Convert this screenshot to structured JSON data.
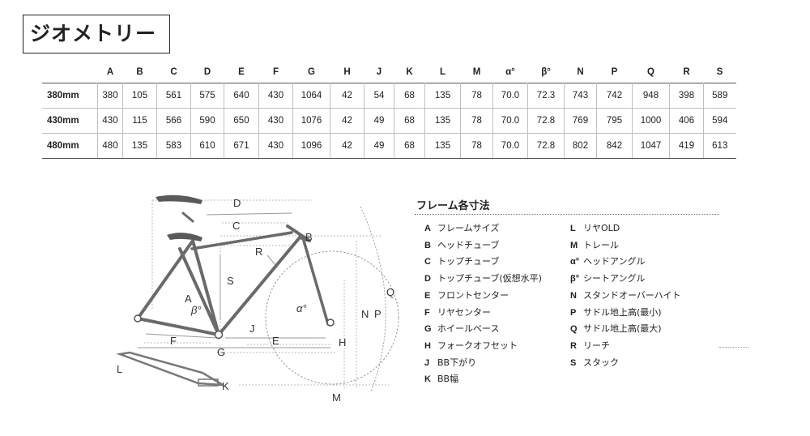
{
  "title": "ジオメトリー",
  "table": {
    "size_header": "",
    "columns": [
      "A",
      "B",
      "C",
      "D",
      "E",
      "F",
      "G",
      "H",
      "J",
      "K",
      "L",
      "M",
      "α°",
      "β°",
      "N",
      "P",
      "Q",
      "R",
      "S"
    ],
    "rows": [
      {
        "size": "380mm",
        "values": [
          "380",
          "105",
          "561",
          "575",
          "640",
          "430",
          "1064",
          "42",
          "54",
          "68",
          "135",
          "78",
          "70.0",
          "72.3",
          "743",
          "742",
          "948",
          "398",
          "589"
        ]
      },
      {
        "size": "430mm",
        "values": [
          "430",
          "115",
          "566",
          "590",
          "650",
          "430",
          "1076",
          "42",
          "49",
          "68",
          "135",
          "78",
          "70.0",
          "72.8",
          "769",
          "795",
          "1000",
          "406",
          "594"
        ]
      },
      {
        "size": "480mm",
        "values": [
          "480",
          "135",
          "583",
          "610",
          "671",
          "430",
          "1096",
          "42",
          "49",
          "68",
          "135",
          "78",
          "70.0",
          "72.8",
          "802",
          "842",
          "1047",
          "419",
          "613"
        ]
      }
    ]
  },
  "diagram": {
    "labels": {
      "A": "A",
      "B": "B",
      "C": "C",
      "D": "D",
      "E": "E",
      "F": "F",
      "G": "G",
      "H": "H",
      "J": "J",
      "K": "K",
      "L": "L",
      "M": "M",
      "N": "N",
      "P": "P",
      "Q": "Q",
      "R": "R",
      "S": "S",
      "alpha": "α°",
      "beta": "β°"
    }
  },
  "legend": {
    "title": "フレーム各寸法",
    "left": [
      {
        "key": "A",
        "label": "フレームサイズ"
      },
      {
        "key": "B",
        "label": "ヘッドチューブ"
      },
      {
        "key": "C",
        "label": "トップチューブ"
      },
      {
        "key": "D",
        "label": "トップチューブ(仮想水平)"
      },
      {
        "key": "E",
        "label": "フロントセンター"
      },
      {
        "key": "F",
        "label": "リヤセンター"
      },
      {
        "key": "G",
        "label": "ホイールベース"
      },
      {
        "key": "H",
        "label": "フォークオフセット"
      },
      {
        "key": "J",
        "label": "BB下がり"
      },
      {
        "key": "K",
        "label": "BB幅"
      }
    ],
    "right": [
      {
        "key": "L",
        "label": "リヤOLD"
      },
      {
        "key": "M",
        "label": "トレール"
      },
      {
        "key": "α°",
        "label": "ヘッドアングル"
      },
      {
        "key": "β°",
        "label": "シートアングル"
      },
      {
        "key": "N",
        "label": "スタンドオーバーハイト"
      },
      {
        "key": "P",
        "label": "サドル地上高(最小)"
      },
      {
        "key": "Q",
        "label": "サドル地上高(最大)"
      },
      {
        "key": "R",
        "label": "リーチ"
      },
      {
        "key": "S",
        "label": "スタック"
      }
    ]
  }
}
